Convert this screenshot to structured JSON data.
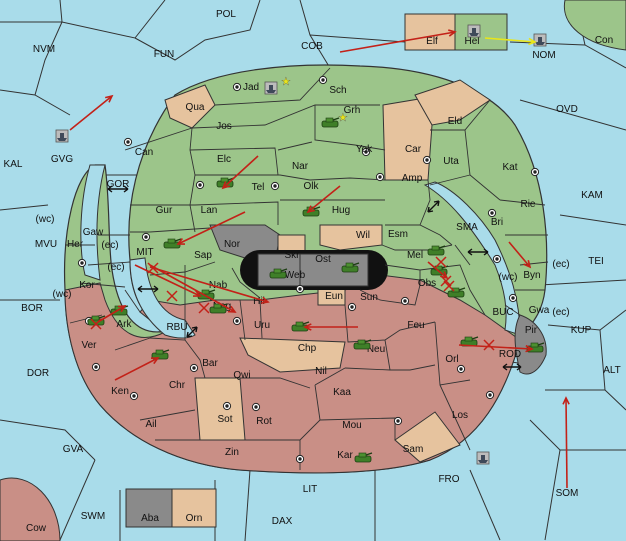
{
  "colors": {
    "sea": "#a9dcea",
    "green": "#9cc58a",
    "green_dark": "#8fb97f",
    "tan": "#e6c39e",
    "rose": "#c98f86",
    "gray": "#8a8a8a",
    "army": "#3f7f28",
    "order_red": "#c32118",
    "order_yellow": "#e9e51a",
    "border": "#333333"
  },
  "regions": {
    "sea": [
      "POL",
      "NVM",
      "FUN",
      "COB",
      "NOM",
      "Con",
      "OVD",
      "KAL",
      "GVG",
      "KAM",
      "GOR",
      "MVU",
      "TEI",
      "SMA",
      "BOR",
      "MIT",
      "BUC",
      "KUP",
      "RBU",
      "ROD",
      "DOR",
      "ALT",
      "GVA",
      "FRO",
      "SOM",
      "LIT",
      "SWM",
      "DAX",
      "Cow"
    ],
    "green": [
      "Jad",
      "Sch",
      "Qua",
      "Grh",
      "Jos",
      "Eld",
      "Can",
      "Yok",
      "Car",
      "Elc",
      "Nar",
      "Uta",
      "Kat",
      "Tel",
      "Olk",
      "Amp",
      "Gur",
      "Lan",
      "Hug",
      "Rie",
      "Bri",
      "Gaw",
      "Wil",
      "Esm",
      "Her",
      "Sap",
      "Byn",
      "Kor",
      "Mel",
      "Gwa",
      "Pir"
    ],
    "rose": [
      "Obs",
      "Sun",
      "Nab",
      "Hil",
      "Nog",
      "Ark",
      "Ver",
      "Uru",
      "Feu",
      "Neu",
      "Chr",
      "Ken",
      "Orl",
      "Nil",
      "Kaa",
      "Los",
      "Ail",
      "Mou",
      "Zin",
      "Kar",
      "Sam",
      "Qwi",
      "Rot"
    ],
    "tan": [
      "Elf",
      "Sot",
      "Bar",
      "Chp",
      "Eun",
      "Orn"
    ],
    "gray": [
      "Nor",
      "Skr",
      "Ost",
      "Web",
      "Hel",
      "Aba"
    ]
  },
  "coast_tags": [
    "(wc)",
    "(ec)",
    "(wc)",
    "(ec)",
    "(wc)",
    "(ec)",
    "(ec)"
  ],
  "units": [
    "army",
    "army",
    "army",
    "army",
    "army",
    "army",
    "army",
    "army",
    "army",
    "army",
    "army",
    "army",
    "army",
    "army",
    "army",
    "army",
    "army",
    "army",
    "army",
    "fleet",
    "fleet",
    "fleet",
    "fleet",
    "fleet"
  ]
}
